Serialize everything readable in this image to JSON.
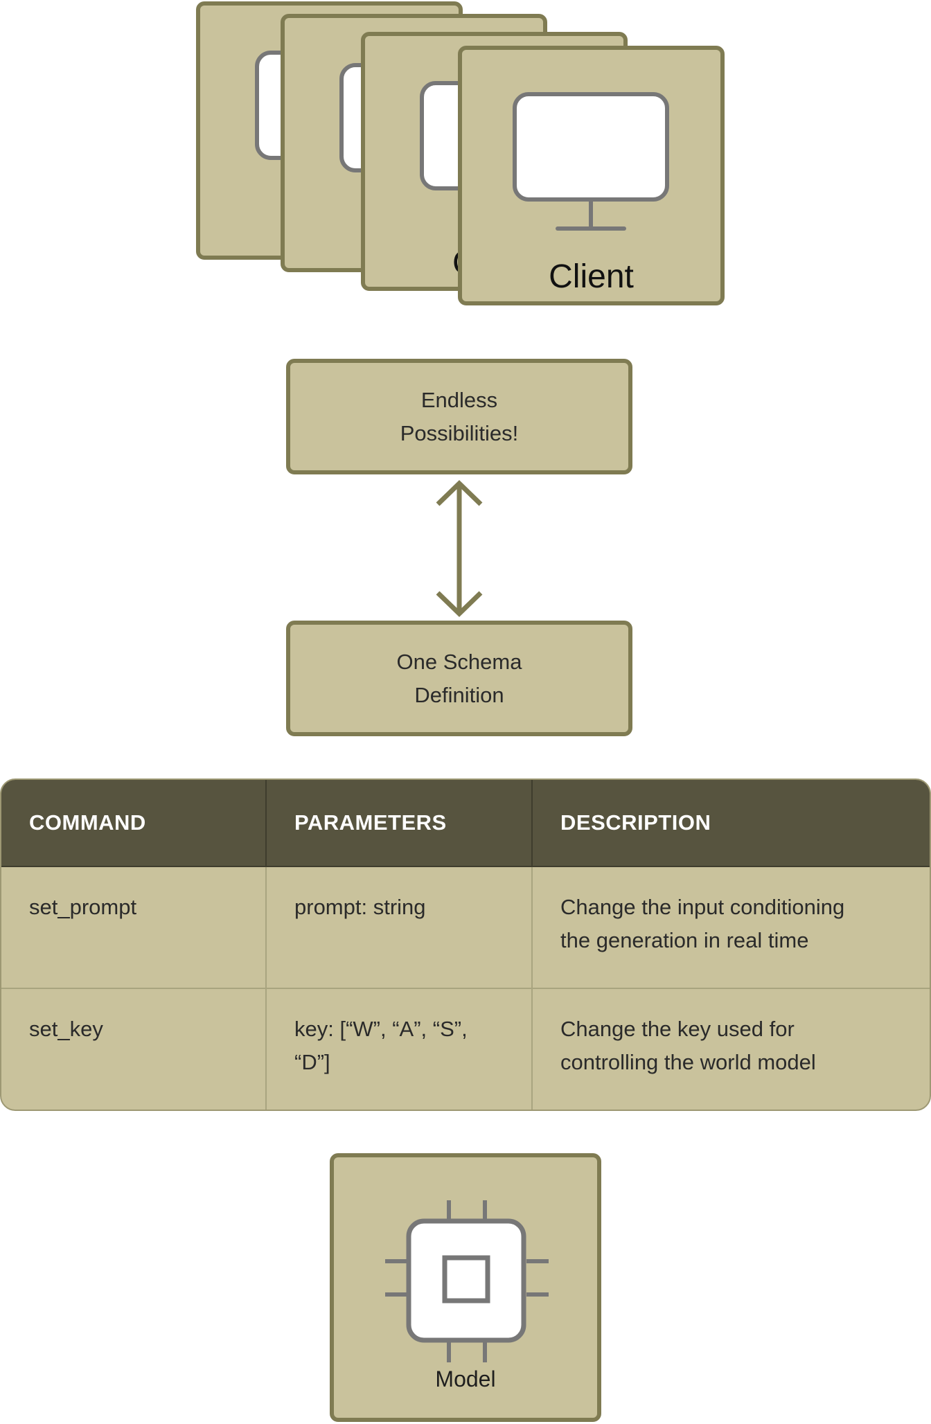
{
  "clients": {
    "label": "Client",
    "visible_label_fragment": "C",
    "count": 4
  },
  "endless_box": {
    "line1": "Endless",
    "line2": "Possibilities!"
  },
  "schema_box": {
    "line1": "One Schema",
    "line2": "Definition"
  },
  "table": {
    "headers": [
      "COMMAND",
      "PARAMETERS",
      "DESCRIPTION"
    ],
    "rows": [
      {
        "command": "set_prompt",
        "parameters": [
          "prompt: string"
        ],
        "description": [
          "Change the input conditioning",
          "the generation in real time"
        ]
      },
      {
        "command": "set_key",
        "parameters": [
          "key: [“W”, “A”, “S”,",
          "“D”]"
        ],
        "description": [
          "Change the key used for",
          "controlling the world model"
        ]
      }
    ]
  },
  "model": {
    "label": "Model"
  },
  "icons": {
    "client": "monitor-icon",
    "model": "cpu-chip-icon",
    "connector": "double-arrow-icon"
  },
  "colors": {
    "card_fill": "#c9c29c",
    "card_border": "#7f7b52",
    "table_header": "#57543f",
    "icon_stroke": "#777777"
  }
}
